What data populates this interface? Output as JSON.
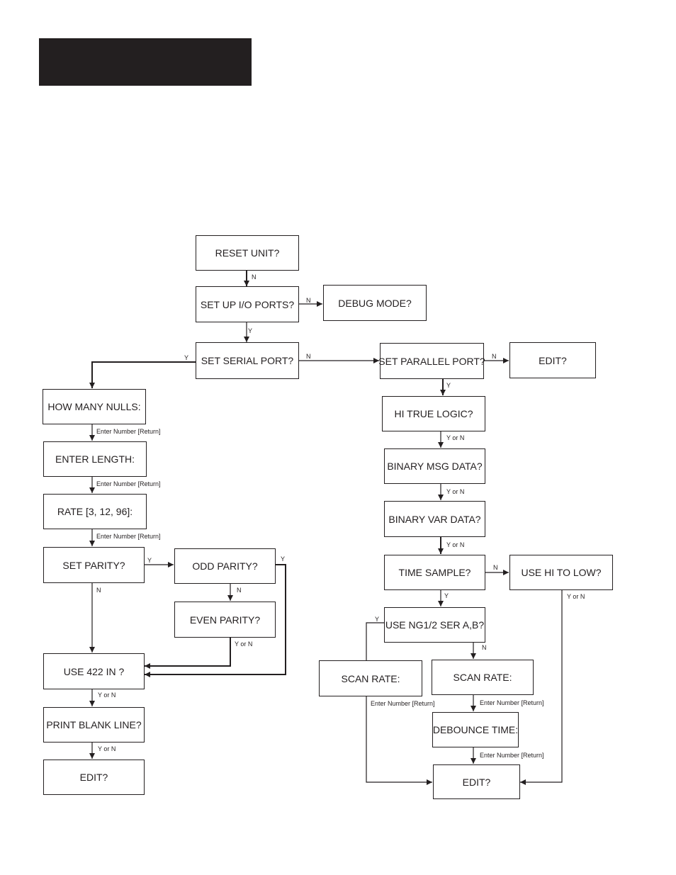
{
  "boxes": {
    "reset_unit": "RESET UNIT?",
    "set_up_io_ports": "SET UP I/O PORTS?",
    "debug_mode": "DEBUG MODE?",
    "set_serial_port": "SET SERIAL PORT?",
    "set_parallel_port": "SET PARALLEL PORT?",
    "edit_top_right": "EDIT?",
    "how_many_nulls": "HOW MANY NULLS:",
    "enter_length": "ENTER LENGTH:",
    "rate": "RATE [3, 12, 96]:",
    "set_parity": "SET PARITY?",
    "odd_parity": "ODD PARITY?",
    "even_parity": "EVEN PARITY?",
    "use_422_in": "USE 422 IN ?",
    "print_blank_line": "PRINT BLANK LINE?",
    "edit_left": "EDIT?",
    "hi_true_logic": "HI TRUE LOGIC?",
    "binary_msg_data": "BINARY MSG DATA?",
    "binary_var_data": "BINARY VAR DATA?",
    "time_sample": "TIME SAMPLE?",
    "use_hi_to_low": "USE HI TO LOW?",
    "use_ng12_ser": "USE NG1/2 SER A,B?",
    "scan_rate_left": "SCAN RATE:",
    "scan_rate_right": "SCAN RATE:",
    "debounce_time": "DEBOUNCE TIME:",
    "edit_bottom_right": "EDIT?"
  },
  "labels": {
    "n": "N",
    "y": "Y",
    "y_or_n": "Y or N",
    "enter_number": "Enter Number [Return]"
  }
}
